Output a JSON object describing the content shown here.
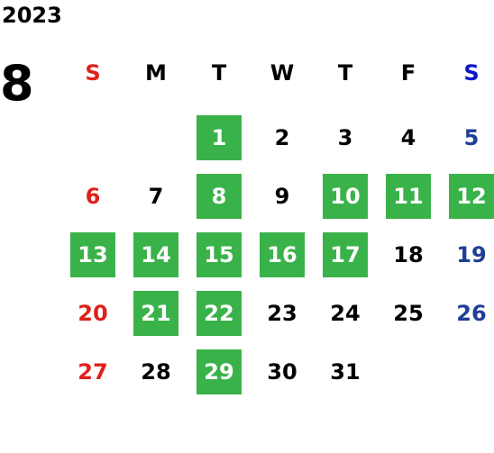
{
  "calendar": {
    "year": "2023",
    "month": "8",
    "weekdays": [
      "S",
      "M",
      "T",
      "W",
      "T",
      "F",
      "S"
    ],
    "first_weekday_index": 2,
    "days_in_month": 31,
    "highlighted_days": [
      1,
      8,
      10,
      11,
      12,
      13,
      14,
      15,
      16,
      17,
      21,
      22,
      29
    ],
    "colors": {
      "sunday": "#e0201b",
      "saturday_header": "#0a18c8",
      "saturday": "#1e3f96",
      "highlight_bg": "#3ab24a",
      "highlight_text": "#ffffff",
      "default_text": "#000000"
    }
  }
}
